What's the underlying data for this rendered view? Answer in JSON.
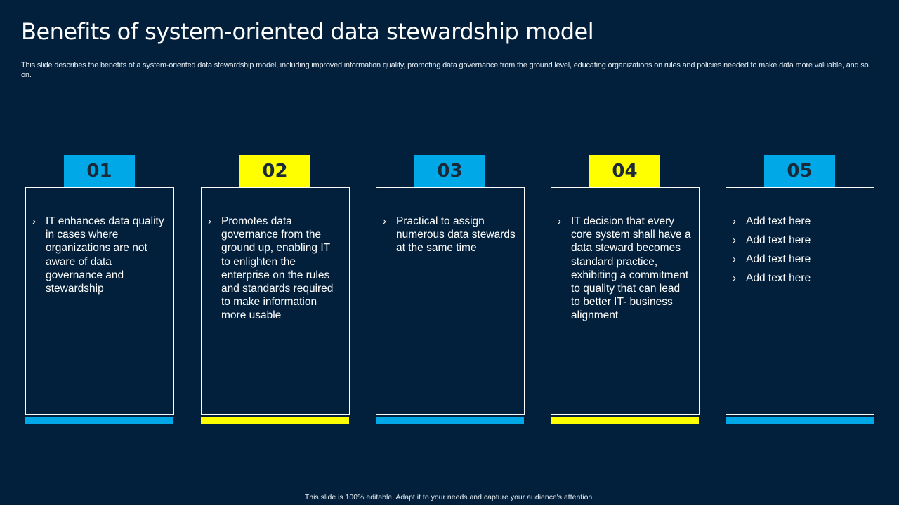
{
  "slide": {
    "title": "Benefits of system-oriented data stewardship model",
    "subtitle": "This slide describes the benefits of a system-oriented data stewardship model, including improved information quality, promoting data governance from the ground level, educating organizations on rules and policies needed to make data more valuable, and so on.",
    "footer": "This slide is 100% editable.  Adapt it to your needs and capture your audience's attention."
  },
  "colors": {
    "background": "#02203b",
    "blue": "#00a8e8",
    "yellow": "#ffff00",
    "number_text": "#1a2a38",
    "border": "#ffffff"
  },
  "cards": [
    {
      "number": "01",
      "accent": "blue",
      "bullets": [
        "IT enhances data quality in cases where organizations are not aware of data governance and stewardship"
      ]
    },
    {
      "number": "02",
      "accent": "yellow",
      "bullets": [
        "Promotes data governance from the ground up, enabling IT to enlighten the enterprise on the rules and standards required to make information more usable"
      ]
    },
    {
      "number": "03",
      "accent": "blue",
      "bullets": [
        "Practical to assign numerous data stewards at the same time"
      ]
    },
    {
      "number": "04",
      "accent": "yellow",
      "bullets": [
        "IT decision that every core system shall have a data steward becomes standard practice, exhibiting a commitment to quality that can lead to better IT- business alignment"
      ]
    },
    {
      "number": "05",
      "accent": "blue",
      "bullets": [
        "Add text here",
        "Add text here",
        "Add text here",
        "Add text here"
      ]
    }
  ],
  "icons": {
    "bullet": "chevron-right-icon",
    "bullet_glyph": "›"
  }
}
